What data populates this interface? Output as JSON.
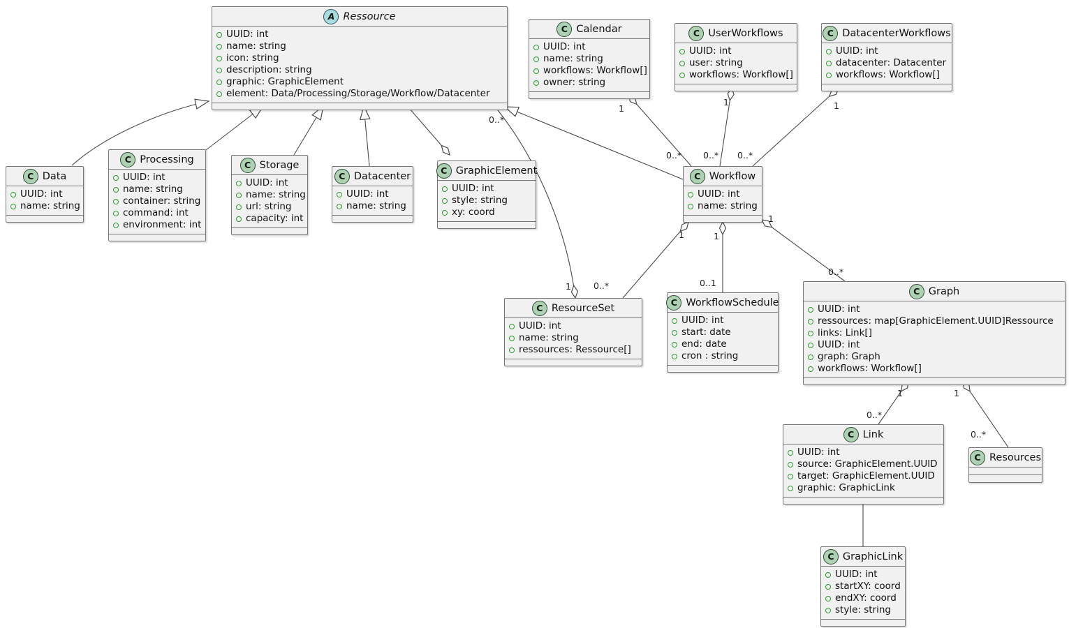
{
  "diagram": {
    "type": "uml-class-diagram",
    "mult": {
      "one": "1",
      "many": "0..*",
      "optional": "0..1"
    },
    "colors": {
      "class_fill": "#f1f1f2",
      "class_border": "#76767a",
      "class_icon_fill": "#add1b2",
      "abstract_icon_fill": "#a9dcdf",
      "field_dot_green": "#2e9b2e",
      "edge": "#4a4a4a"
    },
    "classes": {
      "ressource": {
        "stereo": "A",
        "name": "Ressource",
        "attrs": [
          "UUID: int",
          "name: string",
          "icon: string",
          "description: string",
          "graphic: GraphicElement",
          "element: Data/Processing/Storage/Workflow/Datacenter"
        ]
      },
      "calendar": {
        "stereo": "C",
        "name": "Calendar",
        "attrs": [
          "UUID: int",
          "name: string",
          "workflows: Workflow[]",
          "owner: string"
        ]
      },
      "user_workflows": {
        "stereo": "C",
        "name": "UserWorkflows",
        "attrs": [
          "UUID: int",
          "user: string",
          "workflows: Workflow[]"
        ]
      },
      "datacenter_workflows": {
        "stereo": "C",
        "name": "DatacenterWorkflows",
        "attrs": [
          "UUID: int",
          "datacenter: Datacenter",
          "workflows: Workflow[]"
        ]
      },
      "data": {
        "stereo": "C",
        "name": "Data",
        "attrs": [
          "UUID: int",
          "name: string"
        ]
      },
      "processing": {
        "stereo": "C",
        "name": "Processing",
        "attrs": [
          "UUID: int",
          "name: string",
          "container: string",
          "command: int",
          "environment: int"
        ]
      },
      "storage": {
        "stereo": "C",
        "name": "Storage",
        "attrs": [
          "UUID: int",
          "name: string",
          "url: string",
          "capacity: int"
        ]
      },
      "datacenter": {
        "stereo": "C",
        "name": "Datacenter",
        "attrs": [
          "UUID: int",
          "name: string"
        ]
      },
      "graphic_element": {
        "stereo": "C",
        "name": "GraphicElement",
        "attrs": [
          "UUID: int",
          "style: string",
          "xy: coord"
        ]
      },
      "workflow": {
        "stereo": "C",
        "name": "Workflow",
        "attrs": [
          "UUID: int",
          "name: string"
        ]
      },
      "resource_set": {
        "stereo": "C",
        "name": "ResourceSet",
        "attrs": [
          "UUID: int",
          "name: string",
          "ressources: Ressource[]"
        ]
      },
      "workflow_schedule": {
        "stereo": "C",
        "name": "WorkflowSchedule",
        "attrs": [
          "UUID: int",
          "start: date",
          "end: date",
          "cron : string"
        ]
      },
      "graph": {
        "stereo": "C",
        "name": "Graph",
        "attrs": [
          "UUID: int",
          "ressources: map[GraphicElement.UUID]Ressource",
          "links: Link[]",
          "UUID: int",
          "graph: Graph",
          "workflows: Workflow[]"
        ]
      },
      "link": {
        "stereo": "C",
        "name": "Link",
        "attrs": [
          "UUID: int",
          "source: GraphicElement.UUID",
          "target: GraphicElement.UUID",
          "graphic: GraphicLink"
        ]
      },
      "resources": {
        "stereo": "C",
        "name": "Resources",
        "attrs": []
      },
      "graphic_link": {
        "stereo": "C",
        "name": "GraphicLink",
        "attrs": [
          "UUID: int",
          "startXY: coord",
          "endXY: coord",
          "style: string"
        ]
      }
    }
  }
}
